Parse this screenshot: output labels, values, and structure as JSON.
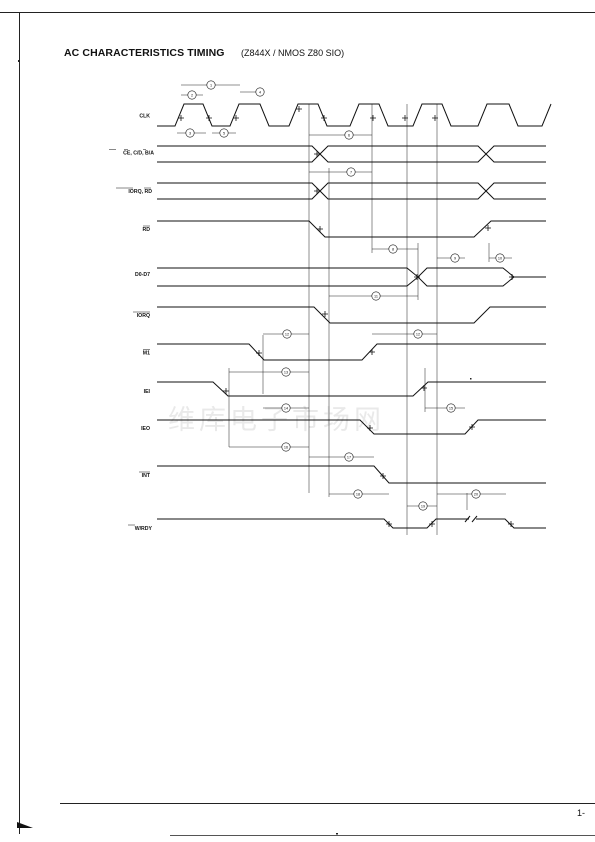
{
  "header": {
    "title": "AC CHARACTERISTICS TIMING",
    "subtitle": "(Z844X / NMOS Z80 SIO)"
  },
  "watermark": "维库电子市场网",
  "page_number": "1-",
  "signals": [
    {
      "id": "clk",
      "label": "CLK"
    },
    {
      "id": "ce",
      "label": "CE, C/D, B/A"
    },
    {
      "id": "iorq_rd",
      "label": "IORQ, RD"
    },
    {
      "id": "rd",
      "label": "RD"
    },
    {
      "id": "data",
      "label": "D0-D7"
    },
    {
      "id": "iorq",
      "label": "IORQ"
    },
    {
      "id": "m1",
      "label": "M1"
    },
    {
      "id": "iei",
      "label": "IEI"
    },
    {
      "id": "ieo",
      "label": "IEO"
    },
    {
      "id": "int",
      "label": "INT"
    },
    {
      "id": "wrdy",
      "label": "W/RDY"
    }
  ],
  "parameters": [
    "1",
    "2",
    "3",
    "4",
    "5",
    "6",
    "7",
    "8",
    "9",
    "10",
    "11",
    "12",
    "13",
    "14",
    "15",
    "16",
    "17",
    "18",
    "19",
    "20",
    "21"
  ]
}
